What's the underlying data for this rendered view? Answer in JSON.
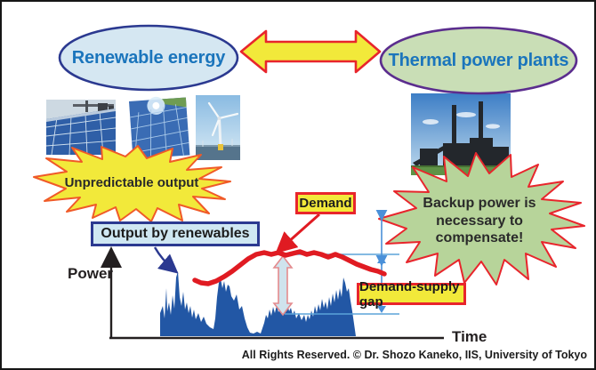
{
  "header": {
    "renewable_label": "Renewable energy",
    "thermal_label": "Thermal power plants"
  },
  "callouts": {
    "unpredictable": "Unpredictable output",
    "backup": "Backup power is necessary to compensate!"
  },
  "chart": {
    "type": "area",
    "y_axis_label": "Power",
    "x_axis_label": "Time",
    "renewables_box_label": "Output by renewables",
    "demand_box_label": "Demand",
    "gap_box_label": "Demand-supply gap",
    "series": [
      {
        "name": "Output by renewables",
        "style": "blue spiky area, fluctuating"
      },
      {
        "name": "Demand",
        "style": "thick red smooth curve above renewables"
      }
    ],
    "annotation": "Demand-supply gap shown as vertical double arrows between demand curve and renewable output level"
  },
  "footer": {
    "copyright": "All Rights Reserved. © Dr. Shozo Kaneko, IIS, University of Tokyo"
  },
  "colors": {
    "red_accent": "#e8252c",
    "yellow_fill": "#f2e93a",
    "blue_ellipse_fill": "#d5e7f2",
    "blue_ellipse_border": "#2b3990",
    "green_ellipse_fill": "#c9deb6",
    "green_ellipse_border": "#5b2d8e",
    "green_burst_fill": "#b7d49a",
    "label_blue": "#1b75bc",
    "series_blue": "#2257a5",
    "demand_red": "#e01b22",
    "gap_arrow_fill": "#cfe3ed"
  }
}
